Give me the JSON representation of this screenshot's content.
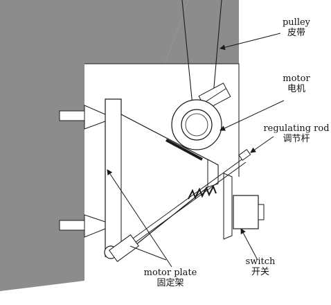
{
  "labels": {
    "pulley": {
      "en": "pulley",
      "zh": "皮带"
    },
    "motor": {
      "en": "motor",
      "zh": "电机"
    },
    "reg_rod": {
      "en": "regulating rod",
      "zh": "调节杆"
    },
    "switch": {
      "en": "switch",
      "zh": "开关"
    },
    "motor_plate": {
      "en": "motor plate",
      "zh": "固定架"
    }
  },
  "colors": {
    "wall": "#8c8c8c",
    "line": "#1a1a1a",
    "background": "#ffffff"
  }
}
